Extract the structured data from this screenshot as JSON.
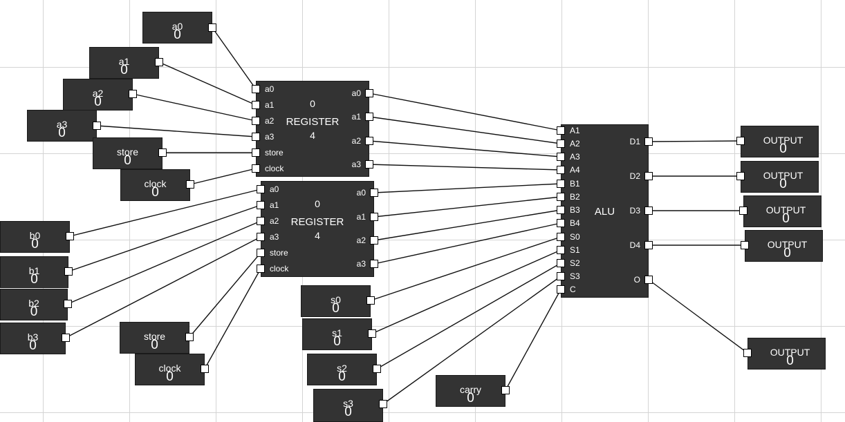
{
  "inputs": {
    "a0": {
      "label": "a0",
      "value": "0"
    },
    "a1": {
      "label": "a1",
      "value": "0"
    },
    "a2": {
      "label": "a2",
      "value": "0"
    },
    "a3": {
      "label": "a3",
      "value": "0"
    },
    "store_a": {
      "label": "store",
      "value": "0"
    },
    "clock_a": {
      "label": "clock",
      "value": "0"
    },
    "b0": {
      "label": "b0",
      "value": "0"
    },
    "b1": {
      "label": "b1",
      "value": "0"
    },
    "b2": {
      "label": "b2",
      "value": "0"
    },
    "b3": {
      "label": "b3",
      "value": "0"
    },
    "store_b": {
      "label": "store",
      "value": "0"
    },
    "clock_b": {
      "label": "clock",
      "value": "0"
    },
    "s0": {
      "label": "s0",
      "value": "0"
    },
    "s1": {
      "label": "s1",
      "value": "0"
    },
    "s2": {
      "label": "s2",
      "value": "0"
    },
    "s3": {
      "label": "s3",
      "value": "0"
    },
    "carry": {
      "label": "carry",
      "value": "0"
    }
  },
  "register_a": {
    "value": "0",
    "title": "REGISTER",
    "bits": "4",
    "in_pins": [
      "a0",
      "a1",
      "a2",
      "a3",
      "store",
      "clock"
    ],
    "out_pins": [
      "a0",
      "a1",
      "a2",
      "a3"
    ]
  },
  "register_b": {
    "value": "0",
    "title": "REGISTER",
    "bits": "4",
    "in_pins": [
      "a0",
      "a1",
      "a2",
      "a3",
      "store",
      "clock"
    ],
    "out_pins": [
      "a0",
      "a1",
      "a2",
      "a3"
    ]
  },
  "alu": {
    "title": "ALU",
    "in_pins": [
      "A1",
      "A2",
      "A3",
      "A4",
      "B1",
      "B2",
      "B3",
      "B4",
      "S0",
      "S1",
      "S2",
      "S3",
      "C"
    ],
    "out_pins": [
      "D1",
      "D2",
      "D3",
      "D4",
      "O"
    ]
  },
  "outputs": {
    "d1": {
      "label": "OUTPUT",
      "value": "0"
    },
    "d2": {
      "label": "OUTPUT",
      "value": "0"
    },
    "d3": {
      "label": "OUTPUT",
      "value": "0"
    },
    "d4": {
      "label": "OUTPUT",
      "value": "0"
    },
    "o": {
      "label": "OUTPUT",
      "value": "0"
    }
  },
  "colors": {
    "block": "#333333",
    "text": "#ffffff",
    "grid": "#d4d4d4",
    "wire": "#111111",
    "pin": "#ffffff"
  }
}
